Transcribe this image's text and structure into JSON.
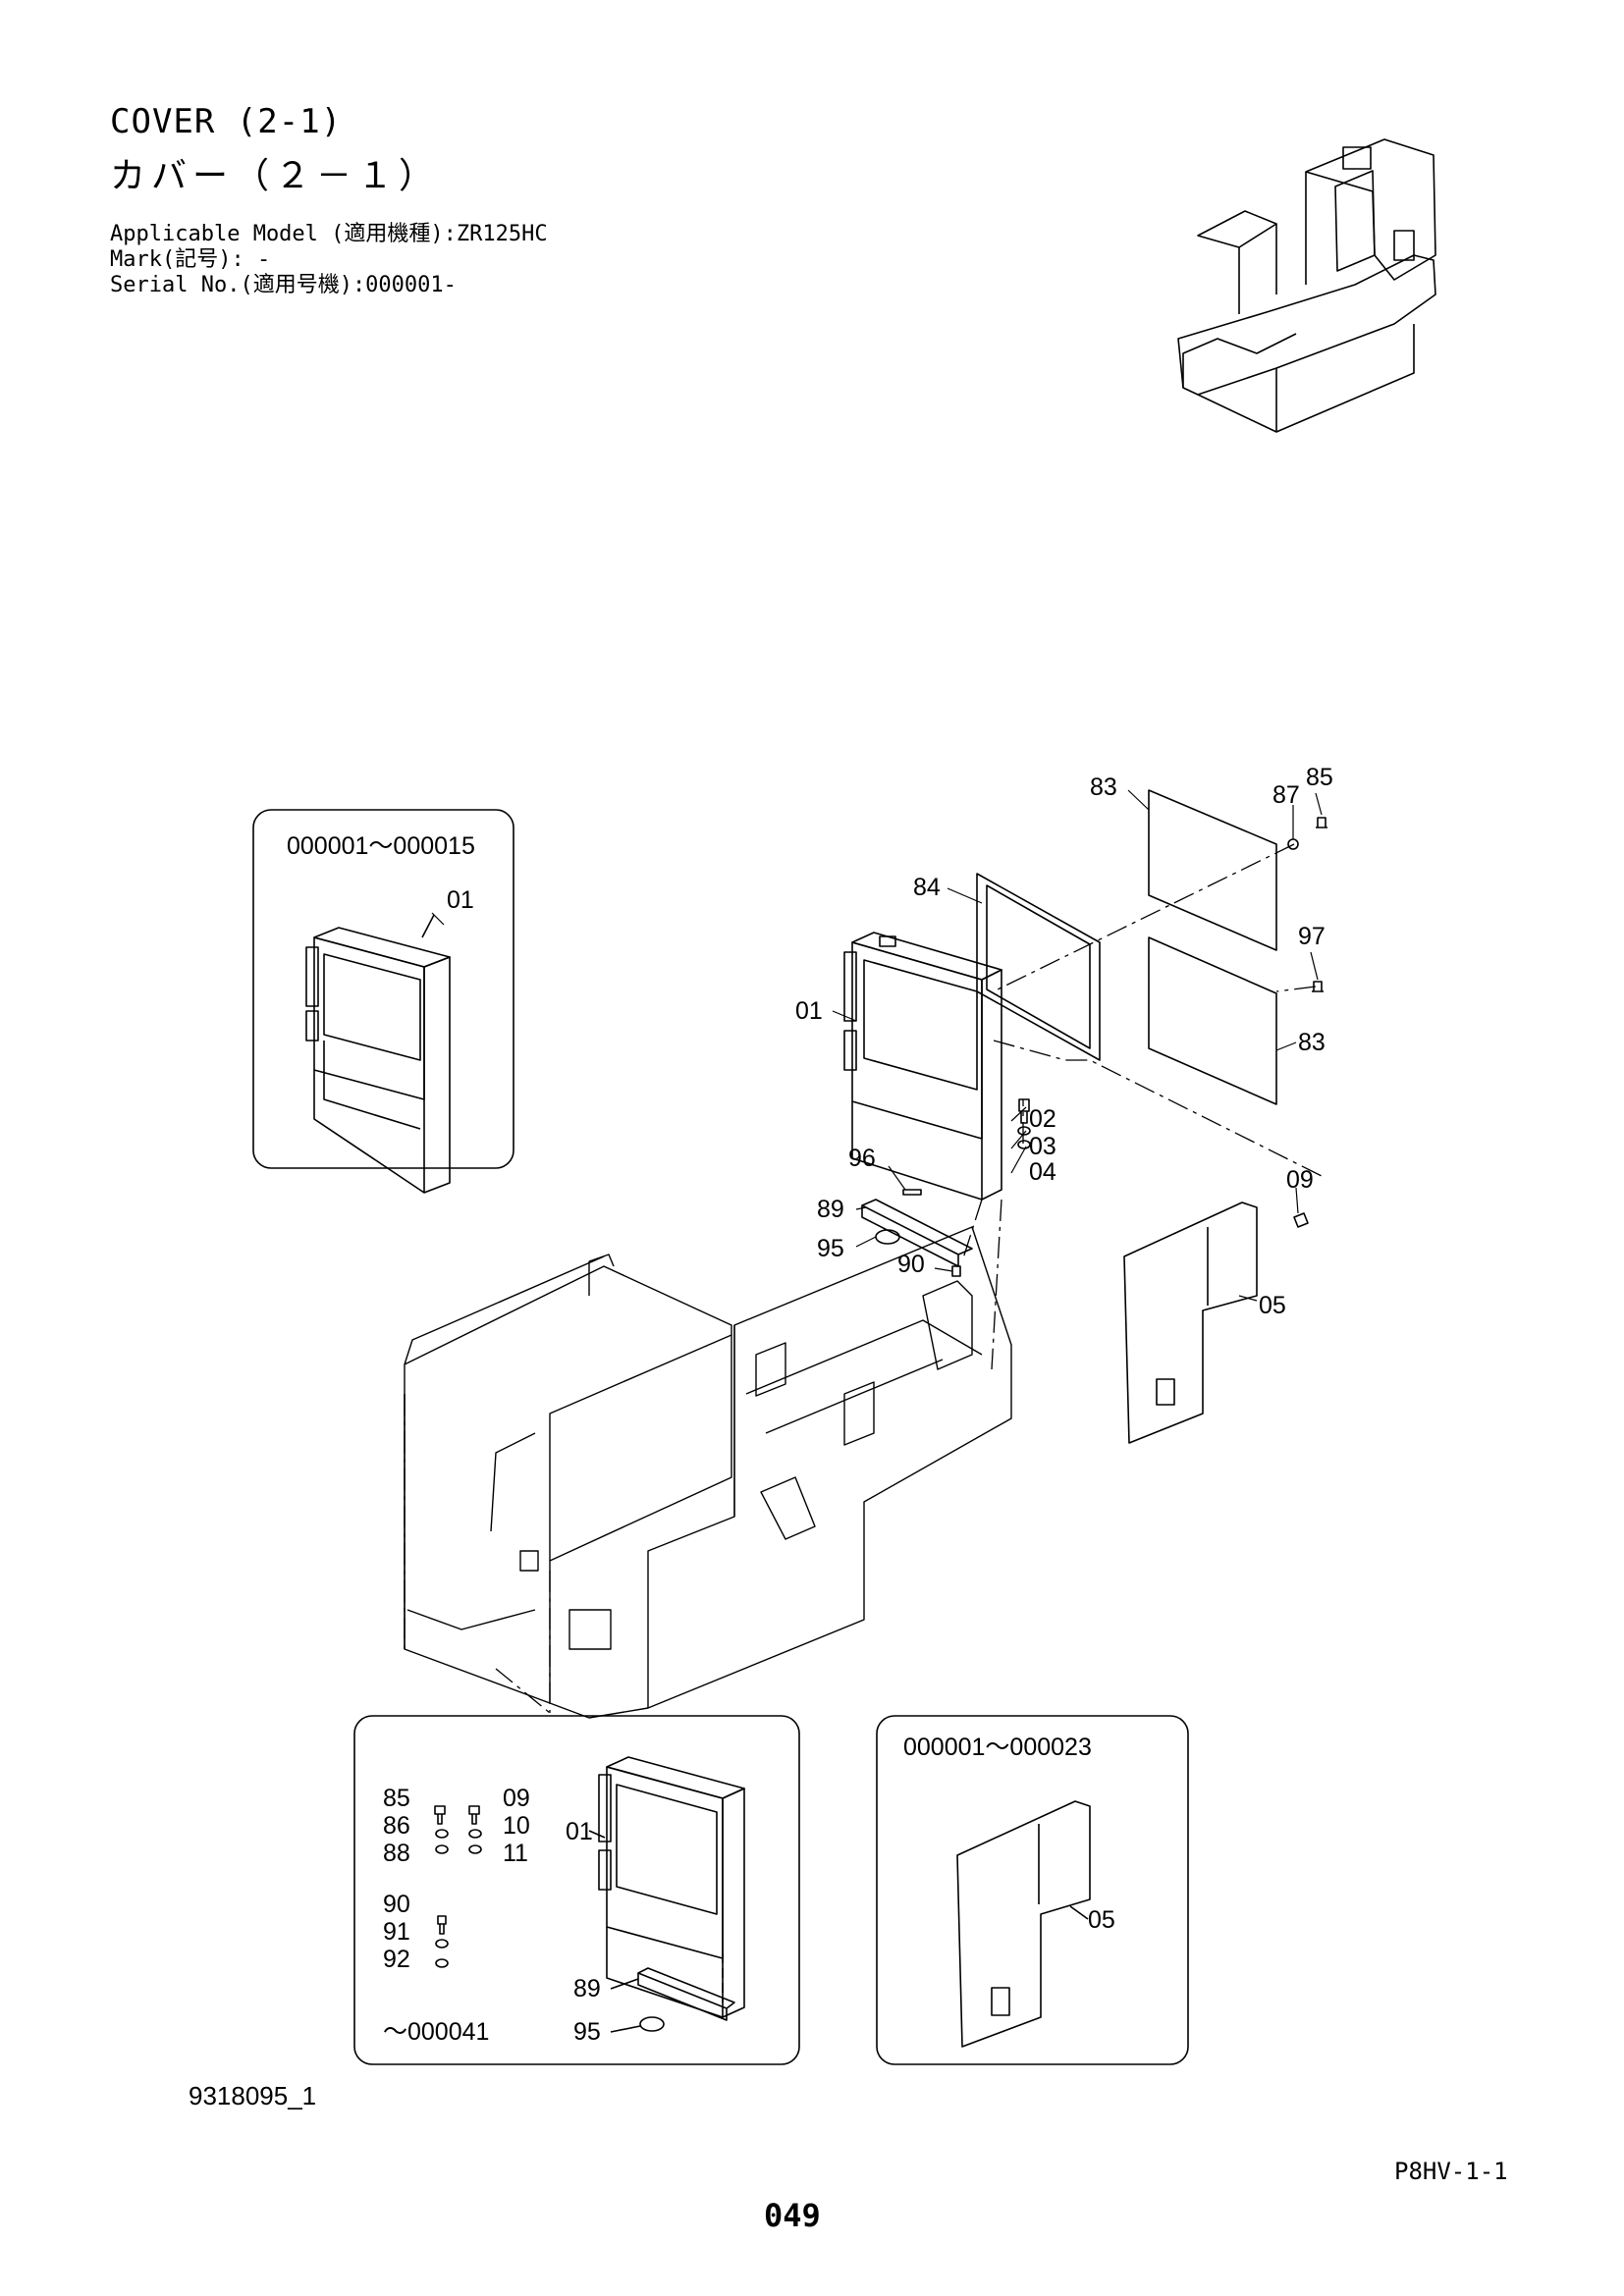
{
  "header": {
    "title_en": "COVER (2-1)",
    "title_jp": "カバー（２－１）",
    "applicable_model": "Applicable Model (適用機種):ZR125HC",
    "mark": "Mark(記号): -",
    "serial": "Serial No.(適用号機):000001-"
  },
  "insets": {
    "top_left_range": "000001～000015",
    "bottom_left_range": "～000041",
    "bottom_right_range": "000001～000023"
  },
  "callouts": {
    "main": {
      "p83a": "83",
      "p87": "87",
      "p85": "85",
      "p84": "84",
      "p97": "97",
      "p01": "01",
      "p83b": "83",
      "p02": "02",
      "p03": "03",
      "p04": "04",
      "p96": "96",
      "p89": "89",
      "p95": "95",
      "p90": "90",
      "p09": "09",
      "p05": "05"
    },
    "top_left_inset": {
      "p01": "01"
    },
    "bottom_left_inset": {
      "p85": "85",
      "p86": "86",
      "p88": "88",
      "p09": "09",
      "p10": "10",
      "p11": "11",
      "p90": "90",
      "p91": "91",
      "p92": "92",
      "p01": "01",
      "p89": "89",
      "p95": "95"
    },
    "bottom_right_inset": {
      "p05": "05"
    }
  },
  "footer": {
    "drawing_number": "9318095_1",
    "page_code": "P8HV-1-1",
    "page_number": "049"
  }
}
